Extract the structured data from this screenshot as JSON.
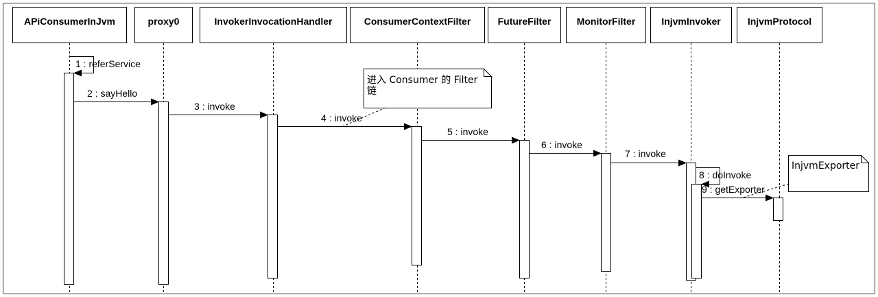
{
  "participants": [
    {
      "id": "p0",
      "label": "APiConsumerInJvm"
    },
    {
      "id": "p1",
      "label": "proxy0"
    },
    {
      "id": "p2",
      "label": "InvokerInvocationHandler"
    },
    {
      "id": "p3",
      "label": "ConsumerContextFilter"
    },
    {
      "id": "p4",
      "label": "FutureFilter"
    },
    {
      "id": "p5",
      "label": "MonitorFilter"
    },
    {
      "id": "p6",
      "label": "InjvmInvoker"
    },
    {
      "id": "p7",
      "label": "InjvmProtocol"
    }
  ],
  "messages": [
    {
      "id": "m1",
      "label": "1 : referService",
      "from": "p0",
      "to": "p0",
      "self": true
    },
    {
      "id": "m2",
      "label": "2 : sayHello",
      "from": "p0",
      "to": "p1"
    },
    {
      "id": "m3",
      "label": "3 : invoke",
      "from": "p1",
      "to": "p2"
    },
    {
      "id": "m4",
      "label": "4 : invoke",
      "from": "p2",
      "to": "p3"
    },
    {
      "id": "m5",
      "label": "5 : invoke",
      "from": "p3",
      "to": "p4"
    },
    {
      "id": "m6",
      "label": "6 : invoke",
      "from": "p4",
      "to": "p5"
    },
    {
      "id": "m7",
      "label": "7 : invoke",
      "from": "p5",
      "to": "p6"
    },
    {
      "id": "m8",
      "label": "8 : doInvoke",
      "from": "p6",
      "to": "p6",
      "self": true
    },
    {
      "id": "m9",
      "label": "9 : getExporter",
      "from": "p6",
      "to": "p7"
    }
  ],
  "notes": [
    {
      "id": "n1",
      "lines": [
        "进入 Consumer 的 Filter",
        "链"
      ]
    },
    {
      "id": "n2",
      "lines": [
        "InjvmExporter"
      ]
    }
  ],
  "colors": {
    "line": "#000000",
    "box_fill": "#ffffff",
    "border": "#333333"
  }
}
